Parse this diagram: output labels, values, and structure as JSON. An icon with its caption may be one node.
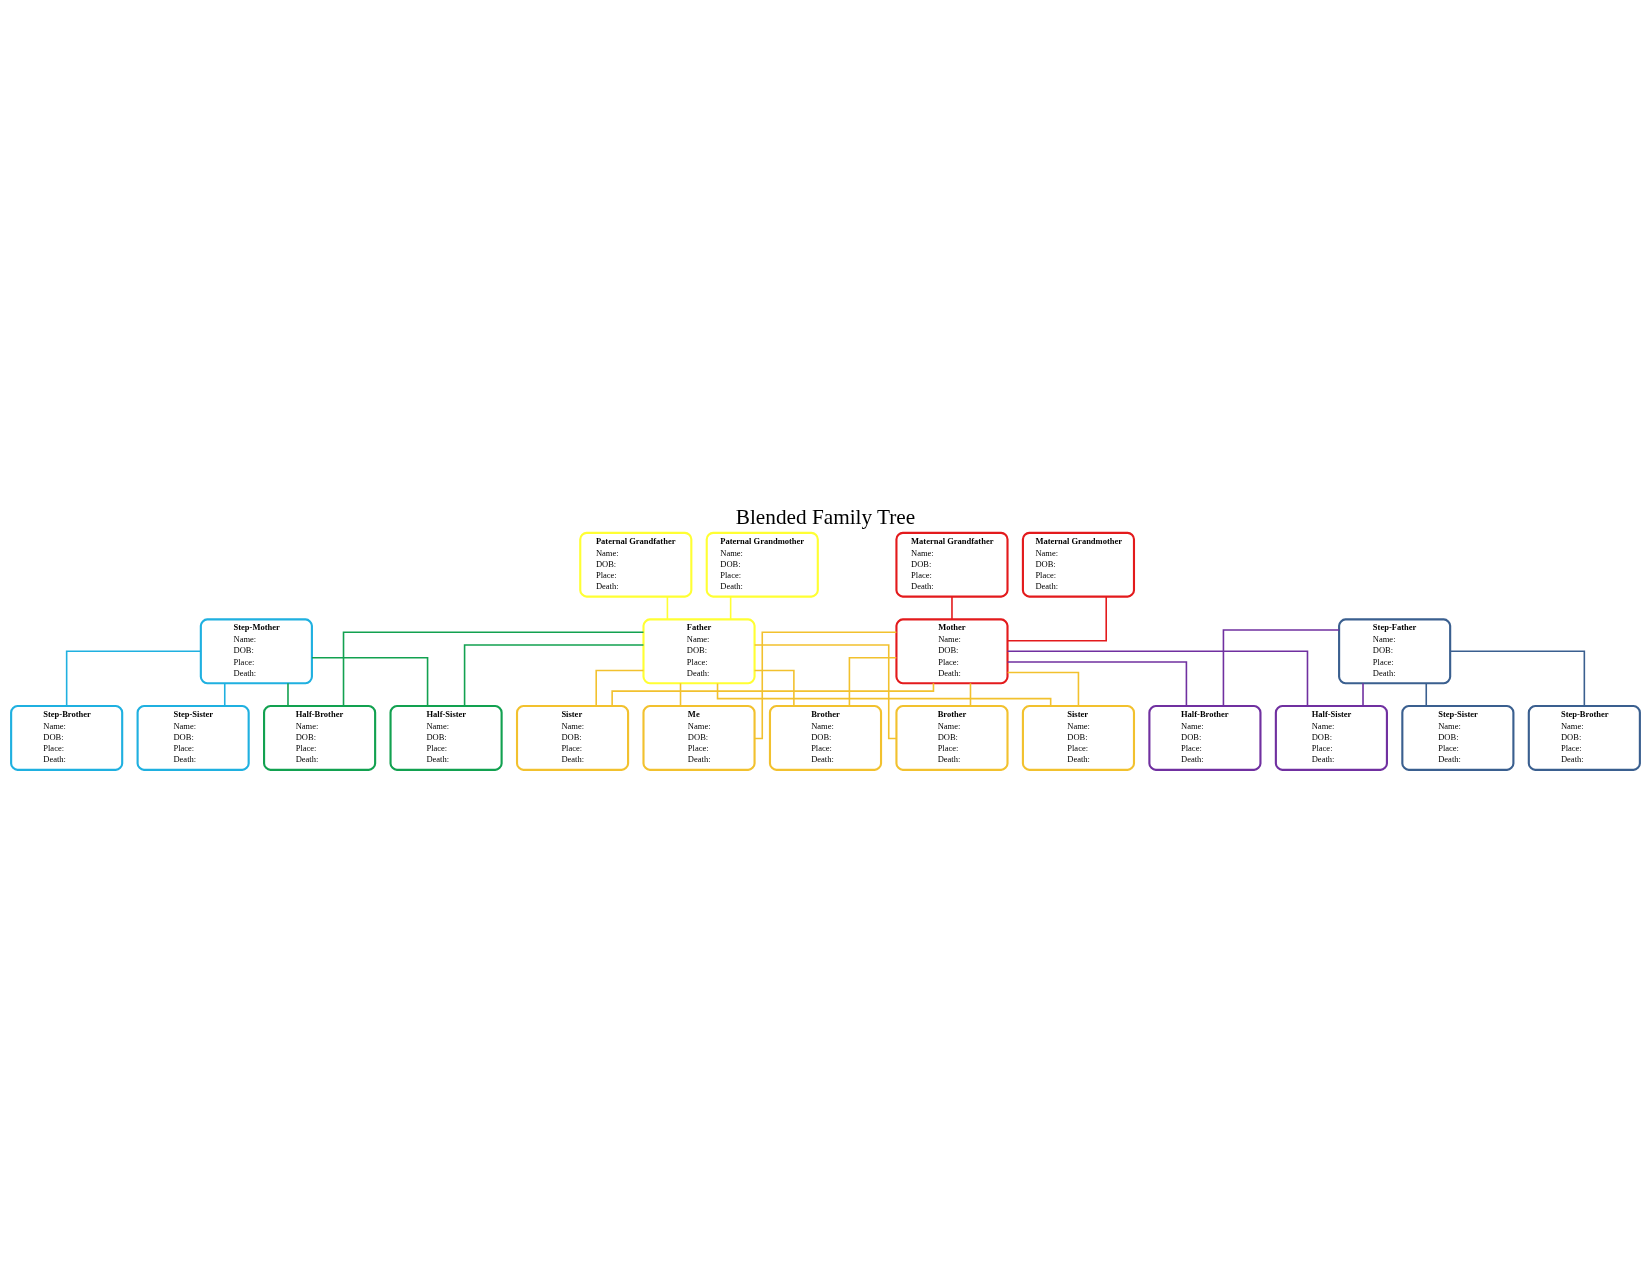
{
  "diagram": {
    "title": "Blended Family Tree",
    "nodes": [
      {
        "text": [
          "Paternal Grandfather",
          "Name:",
          "DOB:",
          "Place:",
          "Death:"
        ]
      },
      {
        "text": [
          "Paternal Grandmother",
          "Name:",
          "DOB:",
          "Place:",
          "Death:"
        ]
      },
      {
        "text": [
          "Maternal Grandfather",
          "Name:",
          "DOB:",
          "Place:",
          "Death:"
        ]
      },
      {
        "text": [
          "Maternal Grandmother",
          "Name:",
          "DOB:",
          "Place:",
          "Death:"
        ]
      },
      {
        "text": [
          "Step-Mother",
          "Name:",
          "DOB:",
          "Place:",
          "Death:"
        ]
      },
      {
        "text": [
          "Father",
          "Name:",
          "DOB:",
          "Place:",
          "Death:"
        ]
      },
      {
        "text": [
          "Mother",
          "Name:",
          "DOB:",
          "Place:",
          "Death:"
        ]
      },
      {
        "text": [
          "Step-Father",
          "Name:",
          "DOB:",
          "Place:",
          "Death:"
        ]
      },
      {
        "text": [
          "Step-Sister",
          "Name:",
          "DOB:",
          "Place:",
          "Death:"
        ]
      },
      {
        "text": [
          "Half-Sister",
          "Name:",
          "DOB:",
          "Place:",
          "Death:"
        ]
      },
      {
        "text": [
          "Half-Sister",
          "Name:",
          "DOB:",
          "Place:",
          "Death:"
        ]
      },
      {
        "text": [
          "Step-Sister",
          "Name:",
          "DOB:",
          "Place:",
          "Death:"
        ]
      },
      {
        "text": [
          "Step-Brother",
          "Name:",
          "DOB:",
          "Place:",
          "Death:"
        ]
      },
      {
        "text": [
          "Half-Brother",
          "Name:",
          "DOB:",
          "Place:",
          "Death:"
        ]
      },
      {
        "text": [
          "Half-Brother",
          "Name:",
          "DOB:",
          "Place:",
          "Death:"
        ]
      },
      {
        "text": [
          "Step-Brother",
          "Name:",
          "DOB:",
          "Place:",
          "Death:"
        ]
      },
      {
        "text": [
          "Sister",
          "Name:",
          "DOB:",
          "Place:",
          "Death:"
        ]
      },
      {
        "text": [
          "Sister",
          "Name:",
          "DOB:",
          "Place:",
          "Death:"
        ]
      },
      {
        "text": [
          "Me",
          "Name:",
          "DOB:",
          "Place:",
          "Death:"
        ]
      },
      {
        "text": [
          "Brother",
          "Name:",
          "DOB:",
          "Place:",
          "Death:"
        ]
      },
      {
        "text": [
          "Brother",
          "Name:",
          "DOB:",
          "Place:",
          "Death:"
        ]
      }
    ],
    "edges": [
      {
        "from": 0,
        "to": 5,
        "arrow": "none",
        "color": "#ffff33"
      },
      {
        "from": 1,
        "to": 5,
        "arrow": "none",
        "color": "#ffff33"
      },
      {
        "from": 2,
        "to": 6,
        "arrow": "none",
        "color": "#e31a1c"
      },
      {
        "from": 3,
        "to": 6,
        "arrow": "none",
        "color": "#e31a1c"
      },
      {
        "from": 4,
        "to": 8,
        "arrow": "none",
        "color": "#1fb0e0"
      },
      {
        "from": 4,
        "to": 12,
        "arrow": "none",
        "color": "#1fb0e0"
      },
      {
        "from": 4,
        "to": 9,
        "arrow": "none",
        "color": "#12a150"
      },
      {
        "from": 5,
        "to": 9,
        "arrow": "none",
        "color": "#12a150"
      },
      {
        "from": 4,
        "to": 13,
        "arrow": "none",
        "color": "#12a150"
      },
      {
        "from": 5,
        "to": 13,
        "arrow": "none",
        "color": "#12a150"
      },
      {
        "from": 5,
        "to": 16,
        "arrow": "none"
      },
      {
        "from": 6,
        "to": 16,
        "arrow": "none"
      },
      {
        "from": 5,
        "to": 17,
        "arrow": "none"
      },
      {
        "from": 6,
        "to": 17,
        "arrow": "none"
      },
      {
        "from": 5,
        "to": 18,
        "arrow": "none"
      },
      {
        "from": 6,
        "to": 18,
        "arrow": "none"
      },
      {
        "from": 5,
        "to": 19,
        "arrow": "none"
      },
      {
        "from": 6,
        "to": 19,
        "arrow": "none"
      },
      {
        "from": 5,
        "to": 20,
        "arrow": "none"
      },
      {
        "from": 6,
        "to": 20,
        "arrow": "none"
      },
      {
        "from": 6,
        "to": 10,
        "arrow": "none",
        "color": "#7030a0"
      },
      {
        "from": 7,
        "to": 10,
        "arrow": "none",
        "color": "#7030a0"
      },
      {
        "from": 6,
        "to": 14,
        "arrow": "none",
        "color": "#7030a0"
      },
      {
        "from": 7,
        "to": 14,
        "arrow": "none",
        "color": "#7030a0"
      },
      {
        "from": 7,
        "to": 11,
        "arrow": "none",
        "color": "#3a5f8f"
      },
      {
        "from": 7,
        "to": 15,
        "arrow": "none",
        "color": "#3a5f8f"
      }
    ]
  }
}
